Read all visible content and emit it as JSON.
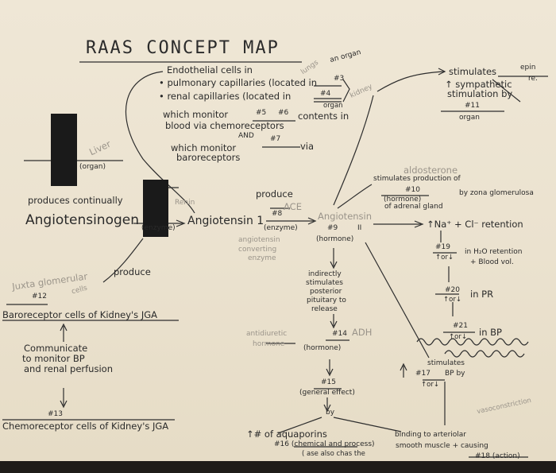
{
  "title": "RAAS CONCEPT MAP",
  "top_block": {
    "line1": "Endothelial cells in",
    "line2": "• pulmonary capillaries (located in",
    "line3": "• renal capillaries (located in",
    "line4": "which monitor",
    "line4b": "contents in",
    "line5": "blood via chemoreceptors",
    "line6": "AND",
    "line7": "which monitor",
    "line7b": "via",
    "line8": "baroreceptors",
    "n3": "#3",
    "n4": "#4",
    "n5": "#5",
    "n6": "#6",
    "n7": "#7",
    "organ1": "organ",
    "lungs": "lungs",
    "an_organ": "an organ",
    "kidney": "kidney"
  },
  "right_top": {
    "stimulates": "stimulates",
    "epin": "epin",
    "re": "re.",
    "sympathetic": "↑ sympathetic",
    "stimulation_by": "stimulation by",
    "n11": "#11",
    "organ": "organ"
  },
  "left_mid": {
    "liver": "Liver",
    "organ": "(organ)",
    "produces": "produces continually",
    "angiotensinogen": "Angiotensinogen",
    "renin": "Renin",
    "enzyme_open": "(enzyme)",
    "angiotensin1": "Angiotensin 1",
    "produce": "produce",
    "n8": "#8",
    "ace": "ACE",
    "enzyme": "(enzyme)",
    "ace_full1": "angiotensin",
    "ace_full2": "converting",
    "ace_full3": "enzyme"
  },
  "center": {
    "angiotensin": "Angiotensin",
    "n9": "#9",
    "ii": "II",
    "hormone": "(hormone)",
    "indirectly1": "indirectly",
    "indirectly2": "stimulates",
    "indirectly3": "posterior",
    "indirectly4": "pituitary to",
    "indirectly5": "release",
    "antidiuretic1": "antidiuretic",
    "antidiuretic2": "hormone",
    "n14": "#14",
    "adh": "ADH",
    "hormone2": "(hormone)",
    "n15": "#15",
    "general": "(general effect)",
    "by": "by",
    "aquaporins": "↑# of aquaporins",
    "n16": "#16 (chemical and process)",
    "n16_sub": "( ase also chas the"
  },
  "right_mid": {
    "aldosterone": "aldosterone",
    "stimulates": "stimulates production of",
    "n10": "#10",
    "hormone": "(hormone)",
    "by_zona": "by zona glomerulosa",
    "of_adrenal": "of adrenal gland",
    "na_retention": "↑Na⁺ + Cl⁻ retention",
    "n19": "#19",
    "h2o": "in H₂O retention",
    "blood_vol": "+ Blood vol.",
    "n20": "#20",
    "in_pr": "in PR",
    "n21": "#21",
    "in_bp": "in BP",
    "tor_dec": "↑or↓",
    "stimulates2": "stimulates",
    "n17": "#17",
    "bp_by": "BP by",
    "vasoconstriction": "vasoconstriction",
    "binding": "binding to arteriolar",
    "smooth": "smooth muscle + causing",
    "n18": "#18 (action)"
  },
  "left_bottom": {
    "juxta": "Juxta glomerular",
    "cells": "cells",
    "n12": "#12",
    "produce": "produce",
    "baroreceptor": "Baroreceptor cells of Kidney's JGA",
    "communicate1": "Communicate",
    "communicate2": "to monitor BP",
    "communicate3": "and renal perfusion",
    "n13": "#13",
    "chemoreceptor": "Chemoreceptor cells of Kidney's JGA"
  }
}
